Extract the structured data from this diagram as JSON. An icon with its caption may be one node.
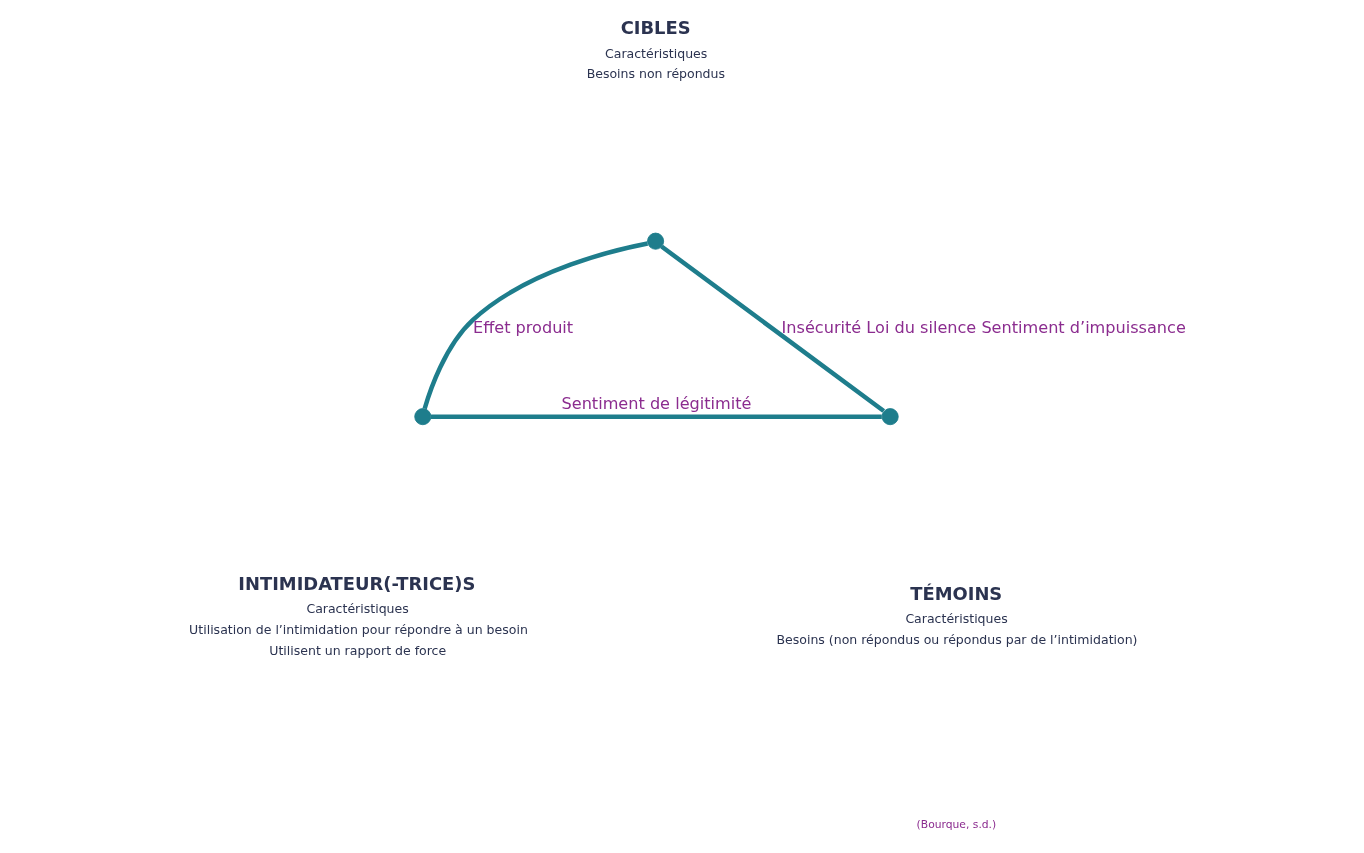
{
  "diagram": {
    "nodes": [
      {
        "text": [],
        "shape": "circle",
        "beside": [
          "CIBLES",
          "Caractéristiques",
          "Besoins non répondus"
        ]
      },
      {
        "text": [],
        "shape": "circle",
        "beside": [
          "INTIMIDATEUR(-TRICE)S",
          "Caractéristiques",
          "Utilisation de l’intimidation pour répondre à un besoin",
          "Utilisent un rapport de force"
        ]
      },
      {
        "text": [],
        "shape": "circle",
        "beside": [
          "TÉMOINS",
          "Caractéristiques",
          "Besoins (non répondus ou répondus par de l’intimidation)"
        ]
      }
    ],
    "edges": [
      {
        "from": 0,
        "to": 1,
        "arrow": "none",
        "label": "Effet produit"
      },
      {
        "from": 0,
        "to": 2,
        "arrow": "none",
        "label": "Insécurité Loi du silence Sentiment d’impuissance"
      },
      {
        "from": 1,
        "to": 2,
        "arrow": "none",
        "label": "Sentiment de légitimité"
      }
    ],
    "labels": [
      "(Bourque, s.d.)"
    ]
  }
}
